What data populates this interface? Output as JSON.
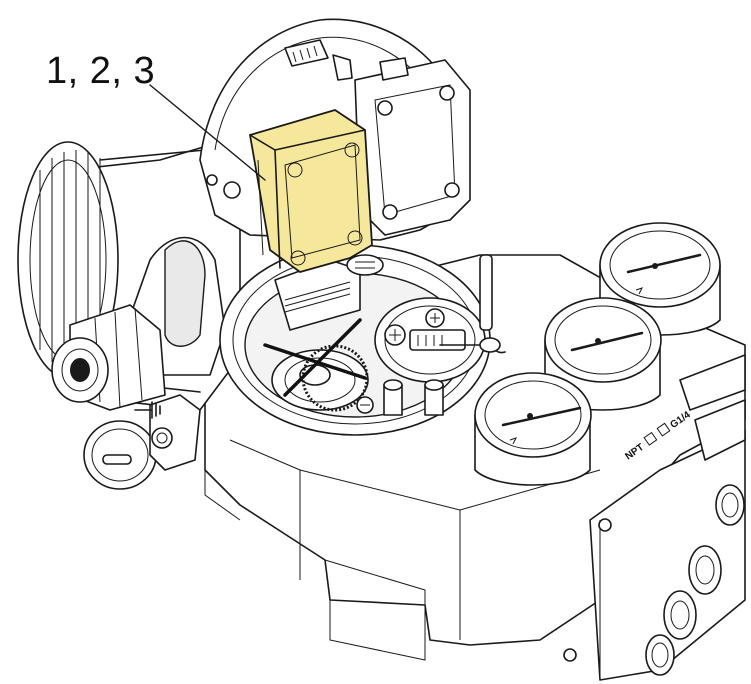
{
  "callout": {
    "text": "1, 2, 3"
  },
  "ports": {
    "npt": "NPT",
    "g14": "G1/4"
  },
  "colors": {
    "highlight": "#f5e89a",
    "highlight_stroke": "#1a1a1a",
    "line": "#1a1a1a",
    "background": "#ffffff"
  },
  "icons": {
    "ground": "ground-symbol-icon",
    "cross": "remove-part-cross-icon"
  }
}
